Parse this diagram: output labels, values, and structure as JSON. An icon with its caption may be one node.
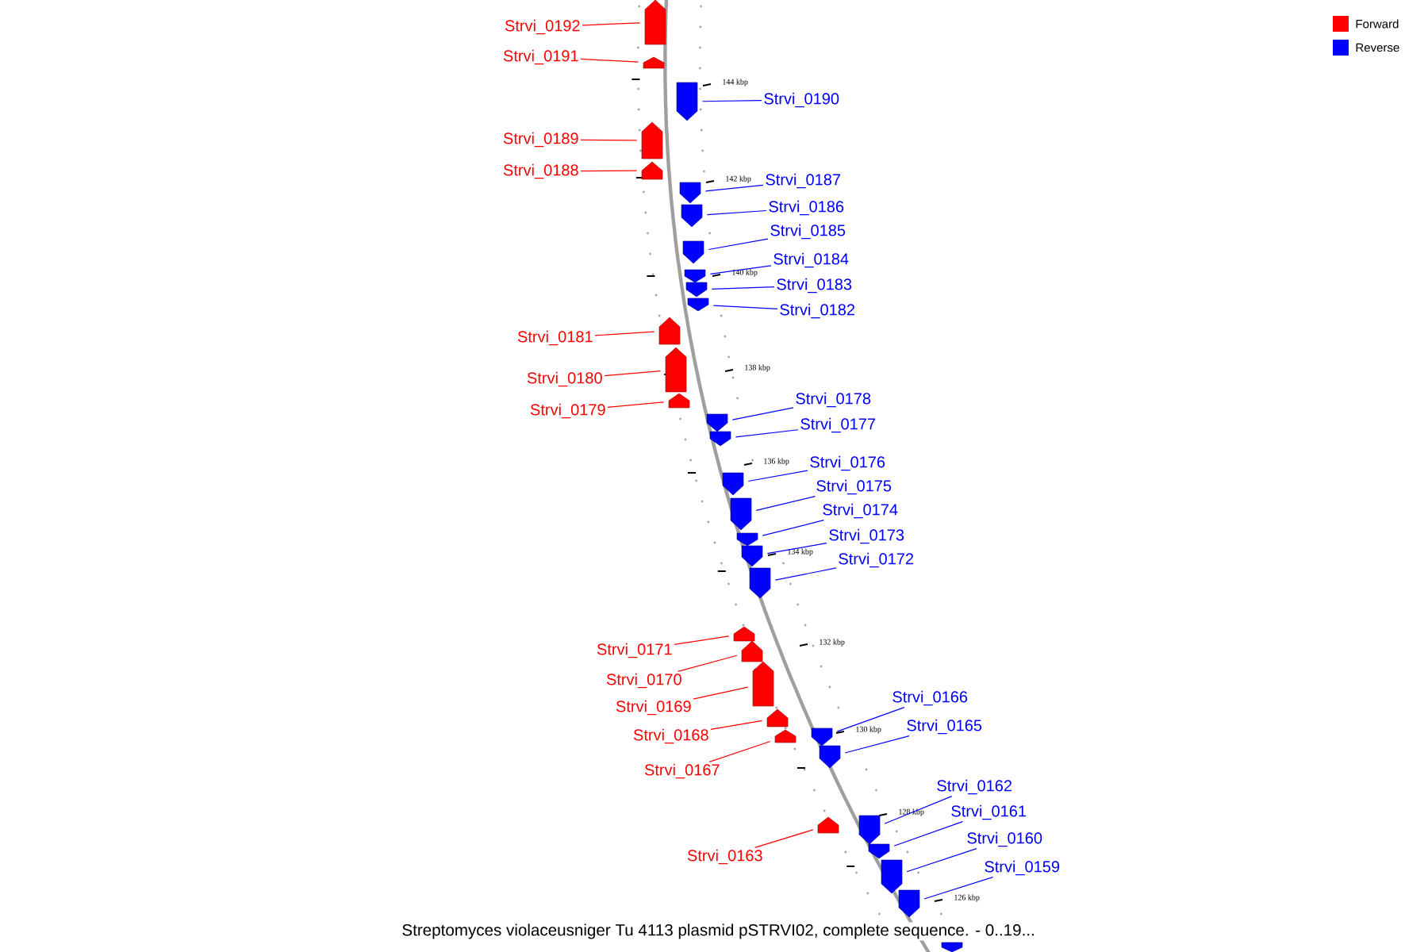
{
  "diagram": {
    "caption": "Streptomyces violaceusniger Tu 4113 plasmid pSTRVI02, complete sequence. - 0..19...",
    "nodes": [
      {
        "text": [
          "Strvi_0192"
        ]
      },
      {
        "text": [],
        "shape": "arrow"
      },
      {
        "text": [
          "Strvi_0191"
        ]
      },
      {
        "text": [],
        "shape": "arrow"
      },
      {
        "text": [
          "Strvi_0190"
        ]
      },
      {
        "text": [],
        "shape": "arrow"
      },
      {
        "text": [
          "Strvi_0189"
        ]
      },
      {
        "text": [],
        "shape": "arrow"
      },
      {
        "text": [
          "Strvi_0188"
        ]
      },
      {
        "text": [],
        "shape": "arrow"
      },
      {
        "text": [
          "Strvi_0187"
        ]
      },
      {
        "text": [],
        "shape": "arrow"
      },
      {
        "text": [
          "Strvi_0186"
        ]
      },
      {
        "text": [],
        "shape": "arrow"
      },
      {
        "text": [
          "Strvi_0185"
        ]
      },
      {
        "text": [],
        "shape": "arrow"
      },
      {
        "text": [
          "Strvi_0184"
        ]
      },
      {
        "text": [],
        "shape": "arrow"
      },
      {
        "text": [
          "Strvi_0183"
        ]
      },
      {
        "text": [],
        "shape": "arrow"
      },
      {
        "text": [
          "Strvi_0182"
        ]
      },
      {
        "text": [],
        "shape": "arrow"
      },
      {
        "text": [
          "Strvi_0181"
        ]
      },
      {
        "text": [],
        "shape": "arrow"
      },
      {
        "text": [
          "Strvi_0180"
        ]
      },
      {
        "text": [],
        "shape": "arrow"
      },
      {
        "text": [
          "Strvi_0179"
        ]
      },
      {
        "text": [],
        "shape": "arrow"
      },
      {
        "text": [
          "Strvi_0178"
        ]
      },
      {
        "text": [],
        "shape": "arrow"
      },
      {
        "text": [
          "Strvi_0177"
        ]
      },
      {
        "text": [],
        "shape": "arrow"
      },
      {
        "text": [
          "Strvi_0176"
        ]
      },
      {
        "text": [],
        "shape": "arrow"
      },
      {
        "text": [
          "Strvi_0175"
        ]
      },
      {
        "text": [],
        "shape": "arrow"
      },
      {
        "text": [
          "Strvi_0174"
        ]
      },
      {
        "text": [],
        "shape": "arrow"
      },
      {
        "text": [
          "Strvi_0173"
        ]
      },
      {
        "text": [],
        "shape": "arrow"
      },
      {
        "text": [
          "Strvi_0172"
        ]
      },
      {
        "text": [],
        "shape": "arrow"
      },
      {
        "text": [
          "Strvi_0171"
        ]
      },
      {
        "text": [],
        "shape": "arrow"
      },
      {
        "text": [
          "Strvi_0170"
        ]
      },
      {
        "text": [],
        "shape": "arrow"
      },
      {
        "text": [
          "Strvi_0169"
        ]
      },
      {
        "text": [],
        "shape": "arrow"
      },
      {
        "text": [
          "Strvi_0168"
        ]
      },
      {
        "text": [],
        "shape": "arrow"
      },
      {
        "text": [
          "Strvi_0167"
        ]
      },
      {
        "text": [],
        "shape": "arrow"
      },
      {
        "text": [
          "Strvi_0166"
        ]
      },
      {
        "text": [],
        "shape": "arrow"
      },
      {
        "text": [
          "Strvi_0165"
        ]
      },
      {
        "text": [],
        "shape": "arrow"
      },
      {
        "text": [
          "Strvi_0163"
        ]
      },
      {
        "text": [],
        "shape": "arrow"
      },
      {
        "text": [
          "Strvi_0162"
        ]
      },
      {
        "text": [],
        "shape": "arrow"
      },
      {
        "text": [
          "Strvi_0161"
        ]
      },
      {
        "text": [],
        "shape": "arrow"
      },
      {
        "text": [
          "Strvi_0160"
        ]
      },
      {
        "text": [],
        "shape": "arrow"
      },
      {
        "text": [
          "Strvi_0159"
        ]
      },
      {
        "text": [],
        "shape": "arrow"
      },
      {
        "text": [],
        "shape": "arrow"
      }
    ],
    "edges": [
      {
        "from": 0,
        "to": 1,
        "arrow": "none",
        "color": "#ff0000"
      },
      {
        "from": 2,
        "to": 3,
        "arrow": "none",
        "color": "#ff0000"
      },
      {
        "from": 4,
        "to": 5,
        "arrow": "none"
      },
      {
        "from": 6,
        "to": 7,
        "arrow": "none",
        "color": "#ff0000"
      },
      {
        "from": 8,
        "to": 9,
        "arrow": "none",
        "color": "#ff0000"
      },
      {
        "from": 10,
        "to": 11,
        "arrow": "none"
      },
      {
        "from": 12,
        "to": 13,
        "arrow": "none"
      },
      {
        "from": 14,
        "to": 15,
        "arrow": "none"
      },
      {
        "from": 16,
        "to": 17,
        "arrow": "none"
      },
      {
        "from": 18,
        "to": 19,
        "arrow": "none"
      },
      {
        "from": 20,
        "to": 21,
        "arrow": "none"
      },
      {
        "from": 22,
        "to": 23,
        "arrow": "none",
        "color": "#ff0000"
      },
      {
        "from": 24,
        "to": 25,
        "arrow": "none",
        "color": "#ff0000"
      },
      {
        "from": 26,
        "to": 27,
        "arrow": "none",
        "color": "#ff0000"
      },
      {
        "from": 28,
        "to": 29,
        "arrow": "none"
      },
      {
        "from": 30,
        "to": 31,
        "arrow": "none"
      },
      {
        "from": 32,
        "to": 33,
        "arrow": "none"
      },
      {
        "from": 34,
        "to": 35,
        "arrow": "none"
      },
      {
        "from": 36,
        "to": 37,
        "arrow": "none"
      },
      {
        "from": 38,
        "to": 39,
        "arrow": "none"
      },
      {
        "from": 40,
        "to": 41,
        "arrow": "none"
      },
      {
        "from": 42,
        "to": 43,
        "arrow": "none",
        "color": "#ff0000"
      },
      {
        "from": 44,
        "to": 45,
        "arrow": "none",
        "color": "#ff0000"
      },
      {
        "from": 46,
        "to": 47,
        "arrow": "none",
        "color": "#ff0000"
      },
      {
        "from": 48,
        "to": 49,
        "arrow": "none",
        "color": "#ff0000"
      },
      {
        "from": 50,
        "to": 51,
        "arrow": "none",
        "color": "#ff0000"
      },
      {
        "from": 52,
        "to": 53,
        "arrow": "none"
      },
      {
        "from": 54,
        "to": 55,
        "arrow": "none"
      },
      {
        "from": 56,
        "to": 57,
        "arrow": "none",
        "color": "#ff0000"
      },
      {
        "from": 58,
        "to": 59,
        "arrow": "none"
      },
      {
        "from": 60,
        "to": 61,
        "arrow": "none"
      },
      {
        "from": 62,
        "to": 63,
        "arrow": "none"
      },
      {
        "from": 64,
        "to": 65,
        "arrow": "none"
      }
    ],
    "labels": [
      "144 kbp",
      "142 kbp",
      "140 kbp",
      "138 kbp",
      "136 kbp",
      "134 kbp",
      "132 kbp",
      "130 kbp",
      "128 kbp",
      "126 kbp"
    ],
    "legend": [
      {
        "text": "Forward",
        "color": "#ff0000"
      },
      {
        "text": "Reverse",
        "color": "#0000ff"
      }
    ]
  }
}
